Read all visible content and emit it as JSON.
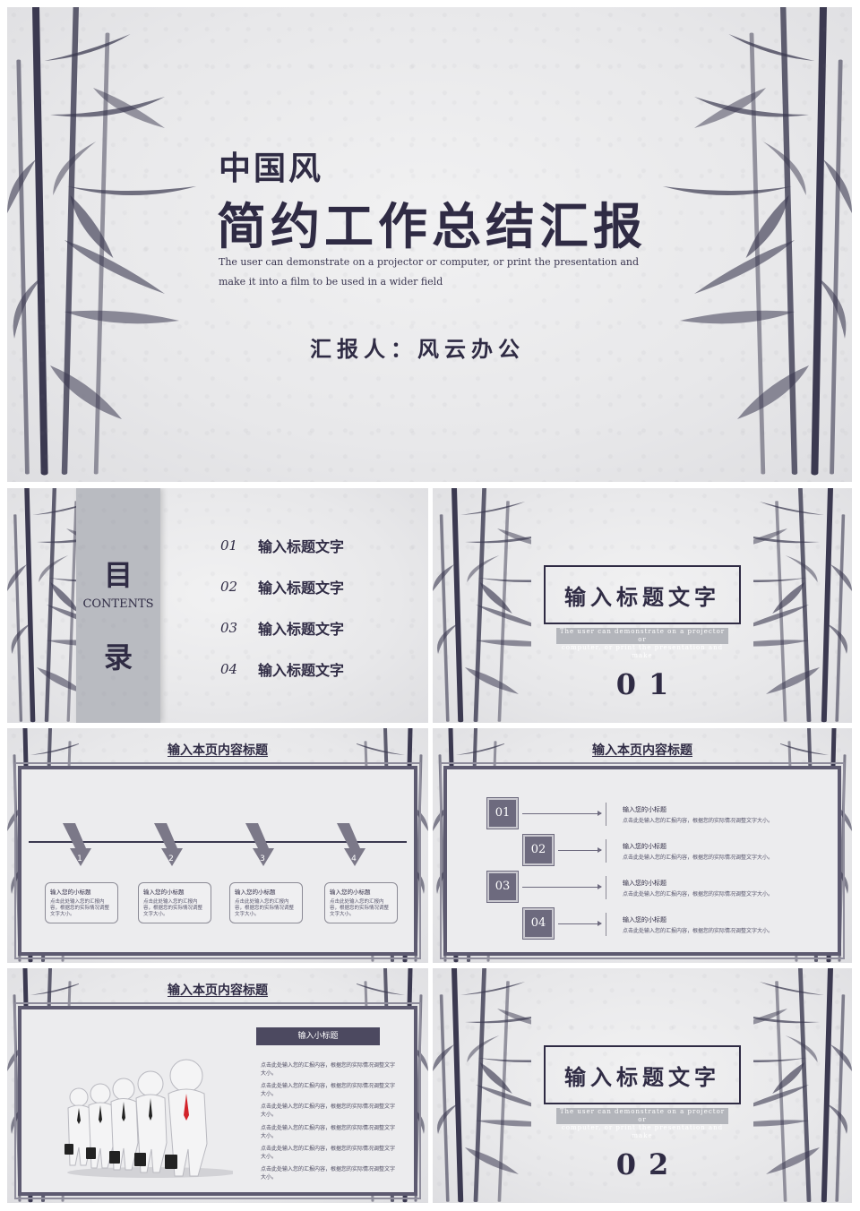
{
  "cover": {
    "subtitle": "中国风",
    "title": "简约工作总结汇报",
    "description": "The user can demonstrate on a projector or computer, or print the presentation and make it into a film to be used in a wider field",
    "reporter": "汇报人：风云办公"
  },
  "toc": {
    "char_top": "目",
    "char_bottom": "录",
    "contents_label": "CONTENTS",
    "items": [
      {
        "num": "01",
        "text": "输入标题文字"
      },
      {
        "num": "02",
        "text": "输入标题文字"
      },
      {
        "num": "03",
        "text": "输入标题文字"
      },
      {
        "num": "04",
        "text": "输入标题文字"
      }
    ]
  },
  "section1": {
    "title": "输入标题文字",
    "band_line1": "The user can demonstrate on a projector or",
    "band_line2": "computer, or print the presentation and make",
    "number": "01"
  },
  "section2": {
    "title": "输入标题文字",
    "band_line1": "The user can demonstrate on a projector or",
    "band_line2": "computer, or print the presentation and make",
    "number": "02"
  },
  "process": {
    "page_title": "输入本页内容标题",
    "steps": [
      {
        "num": "1",
        "heading": "输入您的小标题",
        "body": "点击此处输入您的汇报内容，根据您的实际情况调整文字大小。"
      },
      {
        "num": "2",
        "heading": "输入您的小标题",
        "body": "点击此处输入您的汇报内容，根据您的实际情况调整文字大小。"
      },
      {
        "num": "3",
        "heading": "输入您的小标题",
        "body": "点击此处输入您的汇报内容，根据您的实际情况调整文字大小。"
      },
      {
        "num": "4",
        "heading": "输入您的小标题",
        "body": "点击此处输入您的汇报内容，根据您的实际情况调整文字大小。"
      }
    ]
  },
  "list": {
    "page_title": "输入本页内容标题",
    "items": [
      {
        "num": "01",
        "heading": "输入您的小标题",
        "body": "点击此处输入您的汇报内容，根据您的实际情况调整文字大小。"
      },
      {
        "num": "02",
        "heading": "输入您的小标题",
        "body": "点击此处输入您的汇报内容，根据您的实际情况调整文字大小。"
      },
      {
        "num": "03",
        "heading": "输入您的小标题",
        "body": "点击此处输入您的汇报内容，根据您的实际情况调整文字大小。"
      },
      {
        "num": "04",
        "heading": "输入您的小标题",
        "body": "点击此处输入您的汇报内容，根据您的实际情况调整文字大小。"
      }
    ]
  },
  "team": {
    "page_title": "输入本页内容标题",
    "subheading": "输入小标题",
    "paragraphs": [
      "点击此处输入您的汇报内容，根据您的实际情况调整文字大小。",
      "点击此处输入您的汇报内容，根据您的实际情况调整文字大小。",
      "点击此处输入您的汇报内容，根据您的实际情况调整文字大小。",
      "点击此处输入您的汇报内容，根据您的实际情况调整文字大小。",
      "点击此处输入您的汇报内容，根据您的实际情况调整文字大小。",
      "点击此处输入您的汇报内容，根据您的实际情况调整文字大小。"
    ]
  },
  "colors": {
    "ink": "#2f2b44",
    "paper": "#ececee",
    "accent_box": "#6d6a7e",
    "band": "#b3b5bb",
    "tie": "#d2232a"
  }
}
